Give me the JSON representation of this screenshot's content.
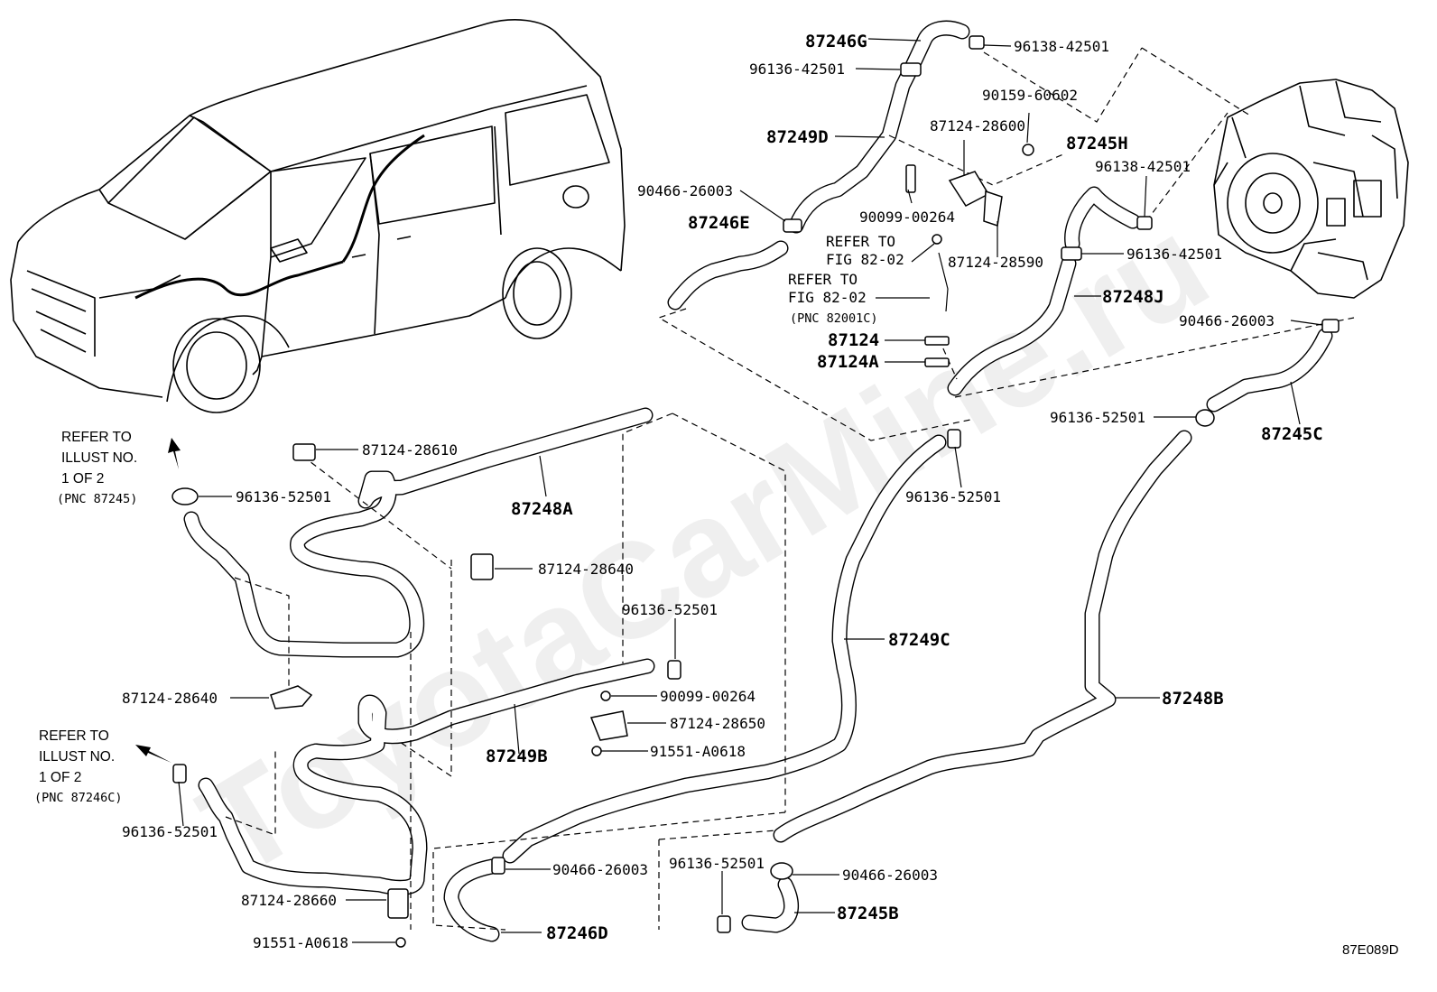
{
  "watermark": "ToyotaCarMine.ru",
  "diagram_code": "87E089D",
  "hoses": {
    "h87246G": "87246G",
    "h87249D": "87249D",
    "h87246E": "87246E",
    "h87245H": "87245H",
    "h87248J": "87248J",
    "h87245C": "87245C",
    "h87248A": "87248A",
    "h87249C": "87249C",
    "h87248B": "87248B",
    "h87249B": "87249B",
    "h87246D": "87246D",
    "h87245B": "87245B",
    "h87124": "87124",
    "h87124A": "87124A"
  },
  "parts": {
    "p96138_top": "96138-42501",
    "p96136_top": "96136-42501",
    "p90159": "90159-60602",
    "p87124_28600": "87124-28600",
    "p96138_mid": "96138-42501",
    "p90466_left": "90466-26003",
    "p90099_top": "90099-00264",
    "p87124_28590": "87124-28590",
    "p96136_mid": "96136-42501",
    "p90466_right": "90466-26003",
    "p96136_52501_right": "96136-52501",
    "p87124_28610": "87124-28610",
    "p96136_52501_left": "96136-52501",
    "p96136_52501_center": "96136-52501",
    "p87124_28640_a": "87124-28640",
    "p96136_52501_bracket": "96136-52501",
    "p90099_bottom": "90099-00264",
    "p87124_28650": "87124-28650",
    "p91551_a": "91551-A0618",
    "p87124_28640_b": "87124-28640",
    "p96136_52501_low": "96136-52501",
    "p87124_28660": "87124-28660",
    "p91551_b": "91551-A0618",
    "p90466_bottom": "90466-26003",
    "p96136_52501_bottom": "96136-52501",
    "p90466_bottom_right": "90466-26003"
  },
  "refs": {
    "fig_a_line1": "REFER TO",
    "fig_a_line2": "FIG 82-02",
    "fig_b_line1": "REFER TO",
    "fig_b_line2": "FIG 82-02",
    "fig_b_line3": "(PNC 82001C)",
    "illust_a_line1": "REFER TO",
    "illust_a_line2": "ILLUST NO.",
    "illust_a_line3": "1 OF 2",
    "illust_a_line4": "(PNC 87245)",
    "illust_b_line1": "REFER TO",
    "illust_b_line2": "ILLUST NO.",
    "illust_b_line3": "1 OF 2",
    "illust_b_line4": "(PNC 87246C)"
  }
}
